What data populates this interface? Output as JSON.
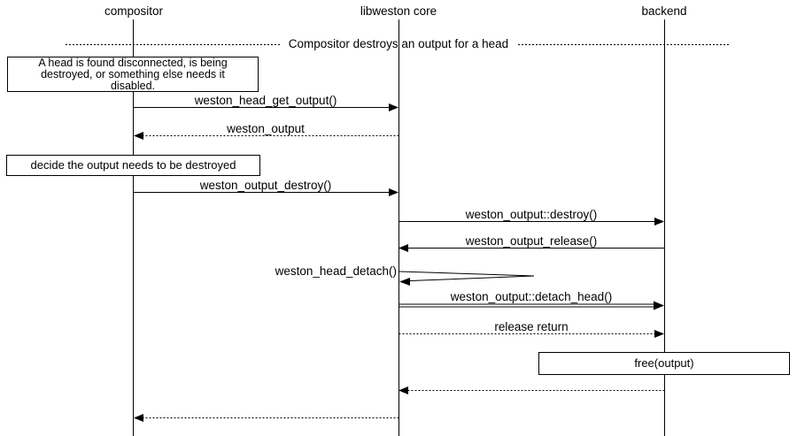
{
  "diagram": {
    "type": "sequence",
    "divider": "Compositor destroys an output for a head",
    "colors": {
      "background": "#ffffff",
      "foreground": "#000000"
    },
    "participants": [
      {
        "id": "compositor",
        "label": "compositor"
      },
      {
        "id": "libweston-core",
        "label": "libweston core"
      },
      {
        "id": "backend",
        "label": "backend"
      }
    ],
    "notes": [
      {
        "lines": [
          "A head is found disconnected, is being",
          "destroyed, or something else needs it",
          "disabled."
        ],
        "text": "A head is found disconnected, is being destroyed, or something else needs it disabled."
      },
      {
        "text": "decide the output needs to be destroyed"
      },
      {
        "text": "free(output)"
      }
    ],
    "messages": [
      {
        "label": "weston_head_get_output()",
        "from": "compositor",
        "to": "libweston core",
        "style": "solid"
      },
      {
        "label": "weston_output",
        "from": "libweston core",
        "to": "compositor",
        "style": "dotted"
      },
      {
        "label": "weston_output_destroy()",
        "from": "compositor",
        "to": "libweston core",
        "style": "solid"
      },
      {
        "label": "weston_output::destroy()",
        "from": "libweston core",
        "to": "backend",
        "style": "solid"
      },
      {
        "label": "weston_output_release()",
        "from": "backend",
        "to": "libweston core",
        "style": "solid"
      },
      {
        "label": "weston_head_detach()",
        "from": "libweston core",
        "to": "libweston core",
        "style": "self"
      },
      {
        "label": "weston_output::detach_head()",
        "from": "libweston core",
        "to": "backend",
        "style": "double"
      },
      {
        "label": "release return",
        "from": "libweston core",
        "to": "backend",
        "style": "dotted"
      },
      {
        "label": "",
        "from": "backend",
        "to": "libweston core",
        "style": "dotted"
      },
      {
        "label": "",
        "from": "libweston core",
        "to": "compositor",
        "style": "dotted"
      }
    ]
  }
}
